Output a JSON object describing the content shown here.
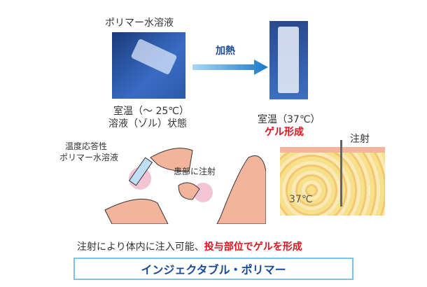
{
  "left": {
    "title": "ポリマー水溶液",
    "line1": "室温（〜 25℃）",
    "line2": "溶液（ゾル）状態"
  },
  "arrow": {
    "label": "加熱"
  },
  "right": {
    "line1": "室温（37℃）",
    "line2": "ゲル形成"
  },
  "illustration": {
    "label1a": "温度応答性",
    "label1b": "ポリマー水溶液",
    "label2": "患部に注射"
  },
  "skin": {
    "label": "注射",
    "temp": "37℃"
  },
  "caption": {
    "normal": "注射により体内に注入可能、",
    "highlight": "投与部位でゲルを形成"
  },
  "banner": "インジェクタブル・ポリマー",
  "colors": {
    "red": "#e0141e",
    "blue": "#1a4a9a",
    "arrow": "#2a8fd8"
  }
}
